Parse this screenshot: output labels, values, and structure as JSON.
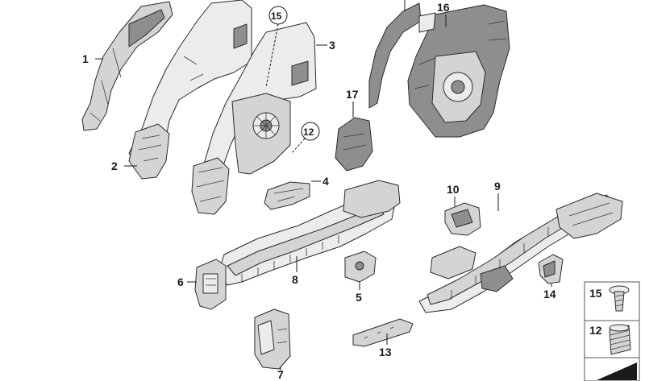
{
  "labels": {
    "p1": "1",
    "p2": "2",
    "p3": "3",
    "p4": "4",
    "p5": "5",
    "p6": "6",
    "p7": "7",
    "p8": "8",
    "p9": "9",
    "p10": "10",
    "p11": "12",
    "p12": "13",
    "p13": "14",
    "p14": "15",
    "p15": "16",
    "p16": "17"
  },
  "legend": {
    "item_a": "15",
    "item_b": "12"
  }
}
